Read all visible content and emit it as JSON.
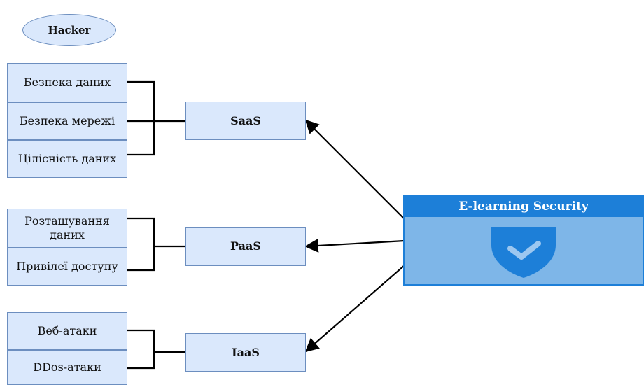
{
  "hacker": {
    "label": "Hacker"
  },
  "groups": [
    {
      "service": "SaaS",
      "items": [
        "Безпека даних",
        "Безпека мережі",
        "Цілісність даних"
      ]
    },
    {
      "service": "PaaS",
      "items": [
        "Розташування даних",
        "Привілеї доступу"
      ]
    },
    {
      "service": "IaaS",
      "items": [
        "Веб-атаки",
        "DDos-атаки"
      ]
    }
  ],
  "security_panel": {
    "title": "E-learning Security",
    "icon": "shield-check-icon"
  },
  "colors": {
    "box_fill": "#dae8fc",
    "box_border": "#6c8ebf",
    "panel_header": "#1d7fd8",
    "panel_body": "#7eb6e8",
    "shield": "#1d7fd8"
  }
}
